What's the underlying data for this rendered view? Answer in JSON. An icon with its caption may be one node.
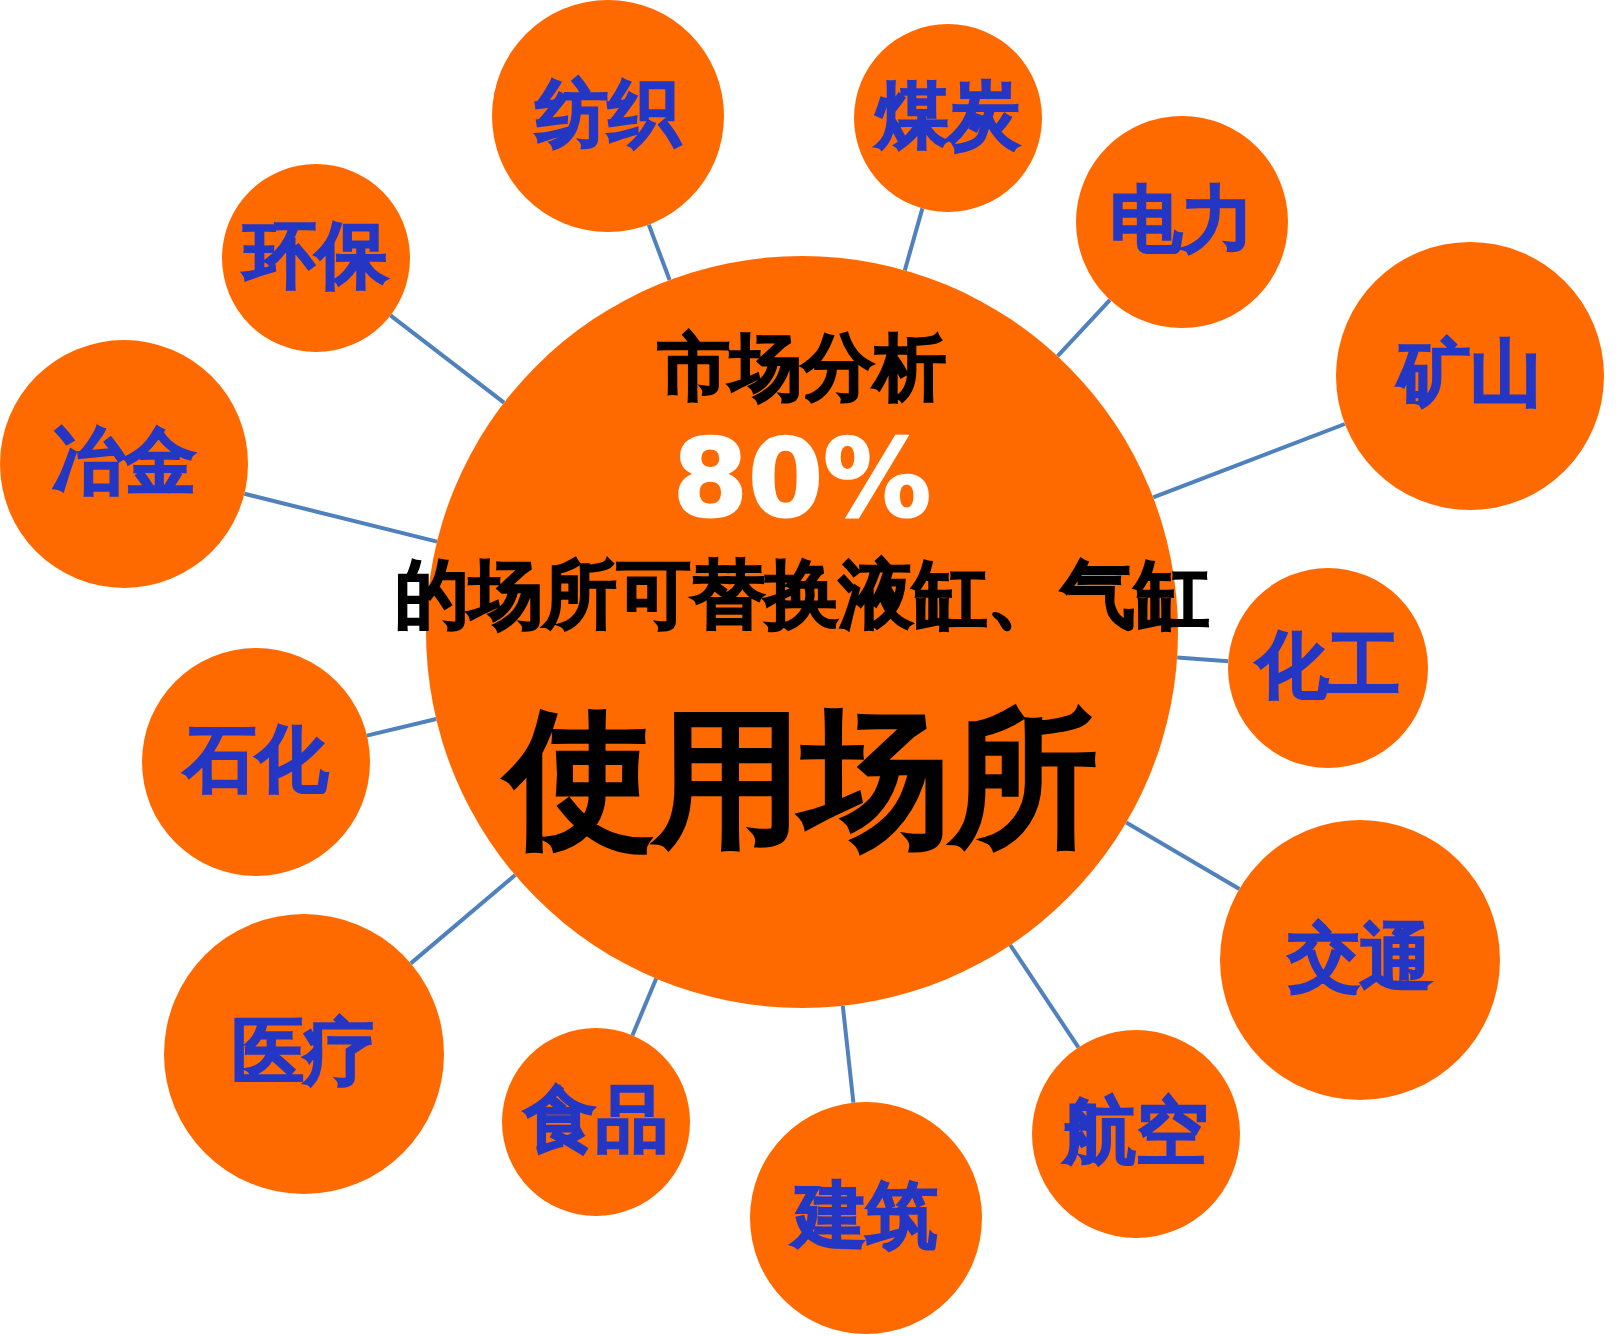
{
  "diagram": {
    "nodes": [
      {
        "text": [
          "市场分析",
          "80%",
          "的场所可替换液缸、气缸",
          "使用场所"
        ]
      },
      {
        "text": [
          "纺织"
        ]
      },
      {
        "text": [
          "煤炭"
        ]
      },
      {
        "text": [
          "电力"
        ]
      },
      {
        "text": [
          "环保"
        ]
      },
      {
        "text": [
          "矿山"
        ]
      },
      {
        "text": [
          "冶金"
        ]
      },
      {
        "text": [
          "化工"
        ]
      },
      {
        "text": [
          "石化"
        ]
      },
      {
        "text": [
          "交通"
        ]
      },
      {
        "text": [
          "医疗"
        ]
      },
      {
        "text": [
          "食品"
        ]
      },
      {
        "text": [
          "航空"
        ]
      },
      {
        "text": [
          "建筑"
        ]
      }
    ],
    "edges": [
      {
        "from": 0,
        "to": 1,
        "arrow": "none"
      },
      {
        "from": 0,
        "to": 2,
        "arrow": "none"
      },
      {
        "from": 0,
        "to": 3,
        "arrow": "none"
      },
      {
        "from": 0,
        "to": 4,
        "arrow": "none"
      },
      {
        "from": 0,
        "to": 5,
        "arrow": "none"
      },
      {
        "from": 0,
        "to": 6,
        "arrow": "none"
      },
      {
        "from": 0,
        "to": 7,
        "arrow": "none"
      },
      {
        "from": 0,
        "to": 8,
        "arrow": "none"
      },
      {
        "from": 0,
        "to": 9,
        "arrow": "none"
      },
      {
        "from": 0,
        "to": 10,
        "arrow": "none"
      },
      {
        "from": 0,
        "to": 11,
        "arrow": "none"
      },
      {
        "from": 0,
        "to": 12,
        "arrow": "none"
      },
      {
        "from": 0,
        "to": 13,
        "arrow": "none"
      }
    ]
  }
}
